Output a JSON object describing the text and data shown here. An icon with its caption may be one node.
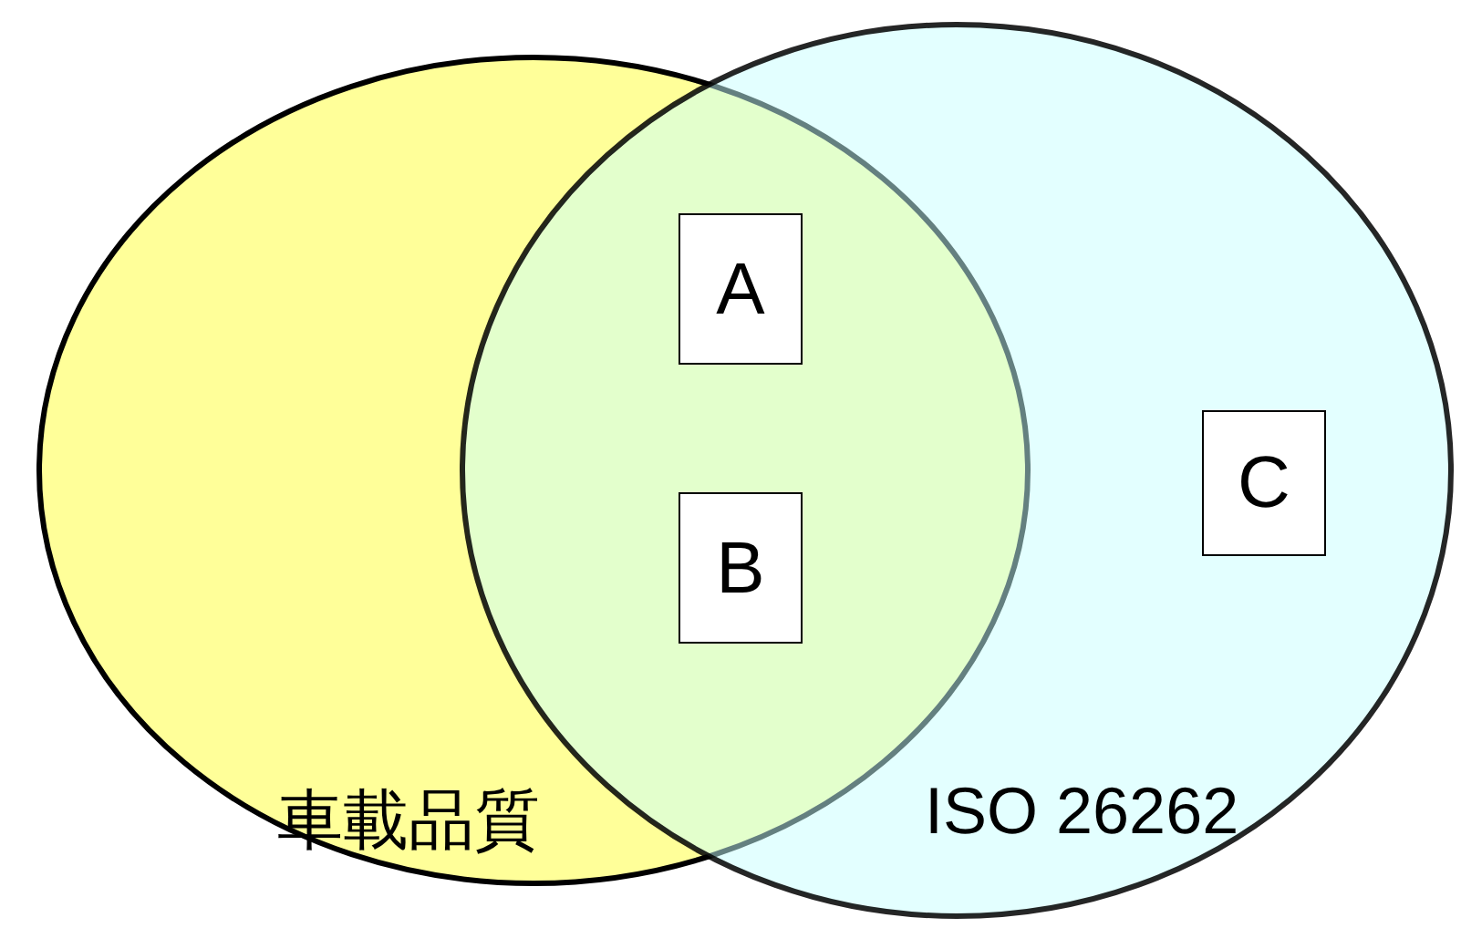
{
  "diagram": {
    "nodes": [
      {
        "text": [
          "車載品質"
        ]
      },
      {
        "text": [
          "ISO 26262"
        ]
      },
      {
        "text": [
          "A"
        ]
      },
      {
        "text": [
          "B"
        ]
      },
      {
        "text": [
          "C"
        ],
        "in": 1
      }
    ]
  }
}
